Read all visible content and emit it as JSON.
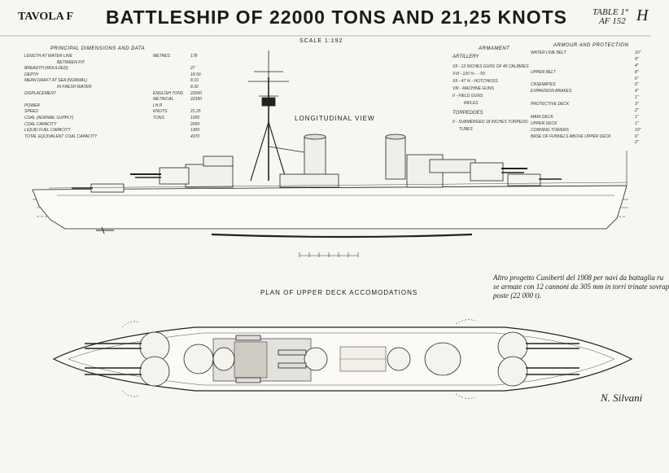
{
  "header": {
    "tavola": "TAVOLA F",
    "title": "BATTLESHIP OF 22000 TONS AND 21,25 KNOTS",
    "table_line1": "TABLE 1°",
    "table_line2": "AF 152",
    "corner_mark": "H"
  },
  "scale": "SCALE 1:192",
  "dimensions": {
    "heading": "PRINCIPAL DIMENSIONS AND DATA",
    "rows": [
      {
        "label": "LENGTH AT WATER LINE",
        "unit": "METRES",
        "value": "178"
      },
      {
        "label": "BETWEEN P.P.",
        "unit": "",
        "value": ""
      },
      {
        "label": "BREADTH (MOULDED)",
        "unit": "",
        "value": "27"
      },
      {
        "label": "DEPTH",
        "unit": "",
        "value": "18.50"
      },
      {
        "label": "MEAN DRAFT AT SEA (NORMAL)",
        "unit": "",
        "value": "8.10"
      },
      {
        "label": "IN FRESH WATER",
        "unit": "",
        "value": "8.30"
      },
      {
        "label": "DISPLACEMENT",
        "unit": "ENGLISH TONS",
        "value": "22000"
      },
      {
        "label": "",
        "unit": "METRICAL",
        "value": "22350"
      },
      {
        "label": "POWER",
        "unit": "I.H.P.",
        "value": ""
      },
      {
        "label": "SPEED",
        "unit": "KNOTS",
        "value": "21.25"
      },
      {
        "label": "COAL (NORMAL SUPPLY)",
        "unit": "TONS",
        "value": "1000"
      },
      {
        "label": "COAL CAPACITY",
        "unit": "",
        "value": "2000"
      },
      {
        "label": "LIQUID FUEL CAPACITY",
        "unit": "",
        "value": "1300"
      },
      {
        "label": "TOTAL EQUIVALENT COAL CAPACITY",
        "unit": "",
        "value": "4370"
      }
    ]
  },
  "armament": {
    "heading": "ARMAMENT",
    "artillery_label": "ARTILLERY",
    "artillery": [
      "XII - 12 INCHES GUNS OF 45 CALIBRES",
      "XVI - 120 %  -  -  50",
      "XII - 47 %  -  HOTCHKISS",
      "VIII - MACHINE GUNS",
      "II - FIELD GUNS",
      "RIFLES"
    ],
    "torpedoes_label": "TORPEDOES",
    "torpedoes": [
      "II - SUBMERGED 18 INCHES TORPEDO",
      "TUBES"
    ]
  },
  "protection": {
    "heading": "ARMOUR AND PROTECTION",
    "rows": [
      {
        "label": "WATER LINE BELT",
        "value": "10\""
      },
      {
        "label": "",
        "value": "8\""
      },
      {
        "label": "",
        "value": "4\""
      },
      {
        "label": "UPPER BELT",
        "value": "8\""
      },
      {
        "label": "",
        "value": "6\""
      },
      {
        "label": "CASEMATES",
        "value": "6\""
      },
      {
        "label": "EXPANSION BRAKES",
        "value": "4\""
      },
      {
        "label": "",
        "value": "1\""
      },
      {
        "label": "PROTECTIVE DECK",
        "value": "3\""
      },
      {
        "label": "",
        "value": "2\""
      },
      {
        "label": "MAIN DECK",
        "value": "1\""
      },
      {
        "label": "UPPER DECK",
        "value": "1\""
      },
      {
        "label": "CONNING TOWERS",
        "value": "10\""
      },
      {
        "label": "BASE OF FUNNELS ABOVE UPPER DECK",
        "value": "6\""
      },
      {
        "label": "",
        "value": "2\""
      }
    ]
  },
  "views": {
    "longitudinal": "LONGITUDINAL VIEW",
    "plan": "PLAN OF UPPER DECK ACCOMODATIONS"
  },
  "caption": {
    "line1": "Altro progetto Cuniberti del 1908 per navi da battaglia ru",
    "line2": "se armate con 12 cannoni da 305 mm in torri trinate sovrap",
    "line3": "poste (22 000 t)."
  },
  "signature": "N. Silvani"
}
